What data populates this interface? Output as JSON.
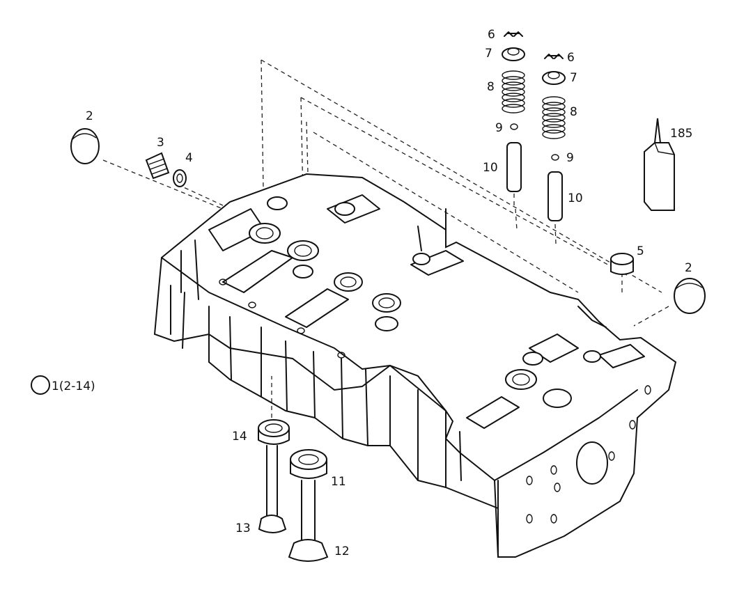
{
  "diagram": {
    "callouts": {
      "c2a": "2",
      "c2b": "2",
      "c3": "3",
      "c4": "4",
      "c5": "5",
      "c6a": "6",
      "c6b": "6",
      "c7a": "7",
      "c7b": "7",
      "c8a": "8",
      "c8b": "8",
      "c9a": "9",
      "c9b": "9",
      "c10a": "10",
      "c10b": "10",
      "c11": "11",
      "c12": "12",
      "c13": "13",
      "c14": "14",
      "c185": "185"
    },
    "assembly_label": "1(2-14)"
  }
}
